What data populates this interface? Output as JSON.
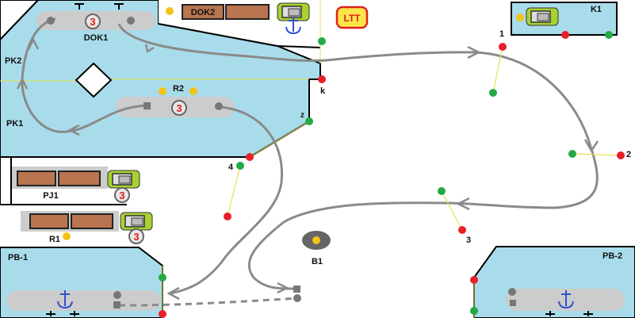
{
  "labels": {
    "dok1": "DOK1",
    "dok2": "DOK2",
    "pk2": "PK2",
    "pk1": "PK1",
    "r2": "R2",
    "k": "k",
    "z": "z",
    "k1": "K1",
    "ltt": "LTT",
    "pj1": "PJ1",
    "r1": "R1",
    "b1": "B1",
    "pb1": "PB-1",
    "pb2": "PB-2",
    "n1": "1",
    "n2": "2",
    "n3": "3",
    "n4": "4"
  },
  "vehicle_numbers": {
    "dok1": "3",
    "r2": "3",
    "pj1": "3",
    "r1": "3"
  },
  "colors": {
    "water": "#a9dcea",
    "pier": "#cccccc",
    "cargo": "#b87550",
    "vehicle": "#a8d230",
    "red_light": "#e8202a",
    "green_light": "#22aa44",
    "amber_light": "#f5c218",
    "path": "#8a8a8a",
    "ltt_bg": "#fbe64a",
    "anchor": "#3050d0"
  }
}
